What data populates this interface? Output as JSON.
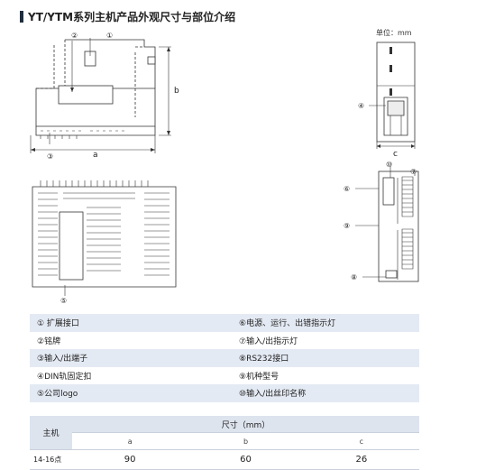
{
  "title": "YT/YTM系列主机产品外观尺寸与部位介绍",
  "unit_label": "单位：mm",
  "callouts": {
    "n1": "①",
    "n2": "②",
    "n3": "③",
    "n4": "④",
    "n5": "⑤",
    "n6": "⑥",
    "n7": "⑦",
    "n8": "⑧",
    "n9": "⑨",
    "n10": "⑩"
  },
  "dim_letters": {
    "a": "a",
    "b": "b",
    "c": "c"
  },
  "parts": [
    [
      "① 扩展接口",
      "⑥电源、运行、出错指示灯"
    ],
    [
      "②铭牌",
      "⑦输入/出指示灯"
    ],
    [
      "③输入/出端子",
      "⑧RS232接口"
    ],
    [
      "④DIN轨固定扣",
      "⑨机种型号"
    ],
    [
      "⑤公司logo",
      "⑩输入/出丝印名称"
    ]
  ],
  "dims_table": {
    "main_header": "主机",
    "size_header": "尺寸（mm）",
    "sub_headers": [
      "a",
      "b",
      "c"
    ],
    "row": {
      "label": "14-16点",
      "a": "90",
      "b": "60",
      "c": "26"
    }
  }
}
